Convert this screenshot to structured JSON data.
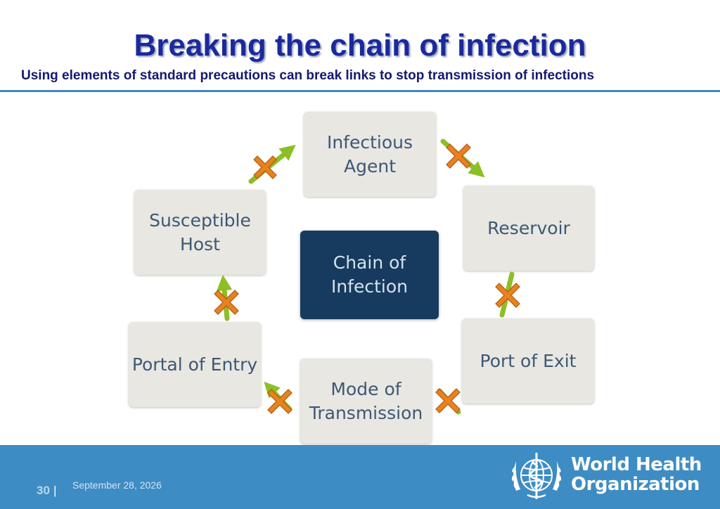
{
  "slide": {
    "title": "Breaking the chain of infection",
    "subtitle": "Using elements of standard precautions can break links to stop transmission of infections"
  },
  "diagram": {
    "center": "Chain of\nInfection",
    "nodes": {
      "infectious_agent": "Infectious\nAgent",
      "reservoir": "Reservoir",
      "port_of_exit": "Port of Exit",
      "mode_of_transmission": "Mode of\nTransmission",
      "portal_of_entry": "Portal of Entry",
      "susceptible_host": "Susceptible\nHost"
    },
    "arrow_color": "#8cbf26",
    "break_mark_color": "#e8821e"
  },
  "footer": {
    "page_number": "30",
    "separator": "|",
    "date": "September 28, 2026",
    "org_line1": "World Health",
    "org_line2": "Organization"
  }
}
